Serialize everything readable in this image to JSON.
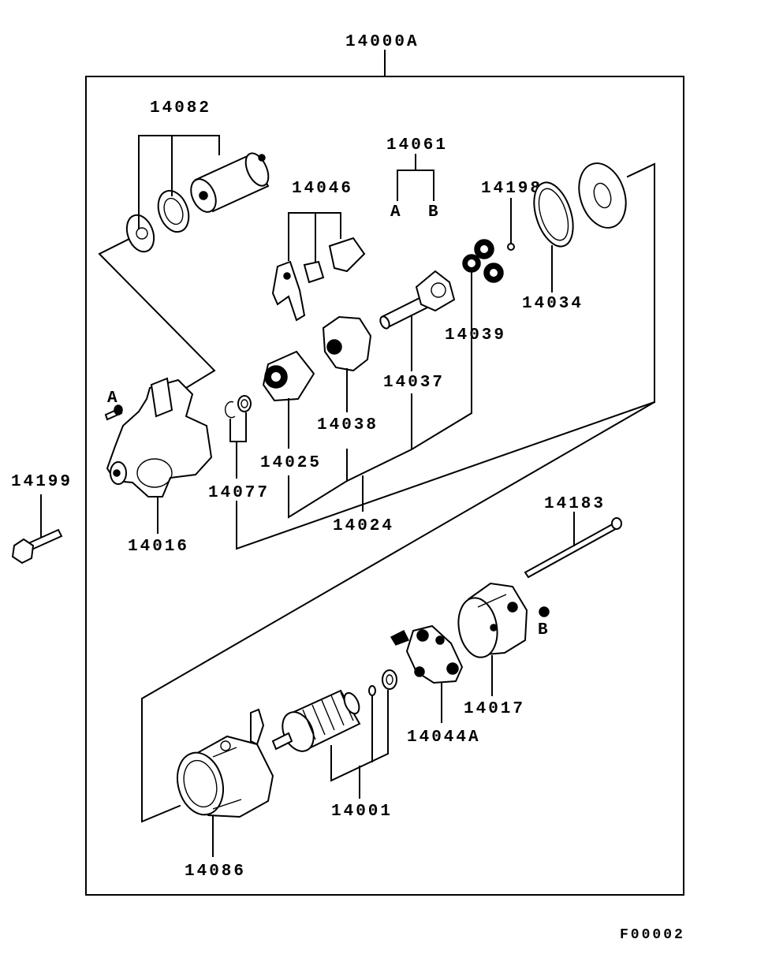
{
  "labels": {
    "assembly": "14000A",
    "solenoid": "14082",
    "lever_set": "14046",
    "pinion_kit": "14061",
    "kit_a": "A",
    "kit_b": "B",
    "cap": "14198",
    "retainer": "14034",
    "gear_set": "14039",
    "shaft": "14037",
    "bracket_plate": "14038",
    "clutch": "14025",
    "ring": "14077",
    "gear_assy": "14024",
    "housing": "14016",
    "screw_a": "A",
    "bolt": "14199",
    "through_bolt": "14183",
    "screw_b": "B",
    "rear_cover": "14017",
    "brush_holder": "14044A",
    "armature": "14001",
    "yoke": "14086",
    "figure_code": "F00002"
  }
}
